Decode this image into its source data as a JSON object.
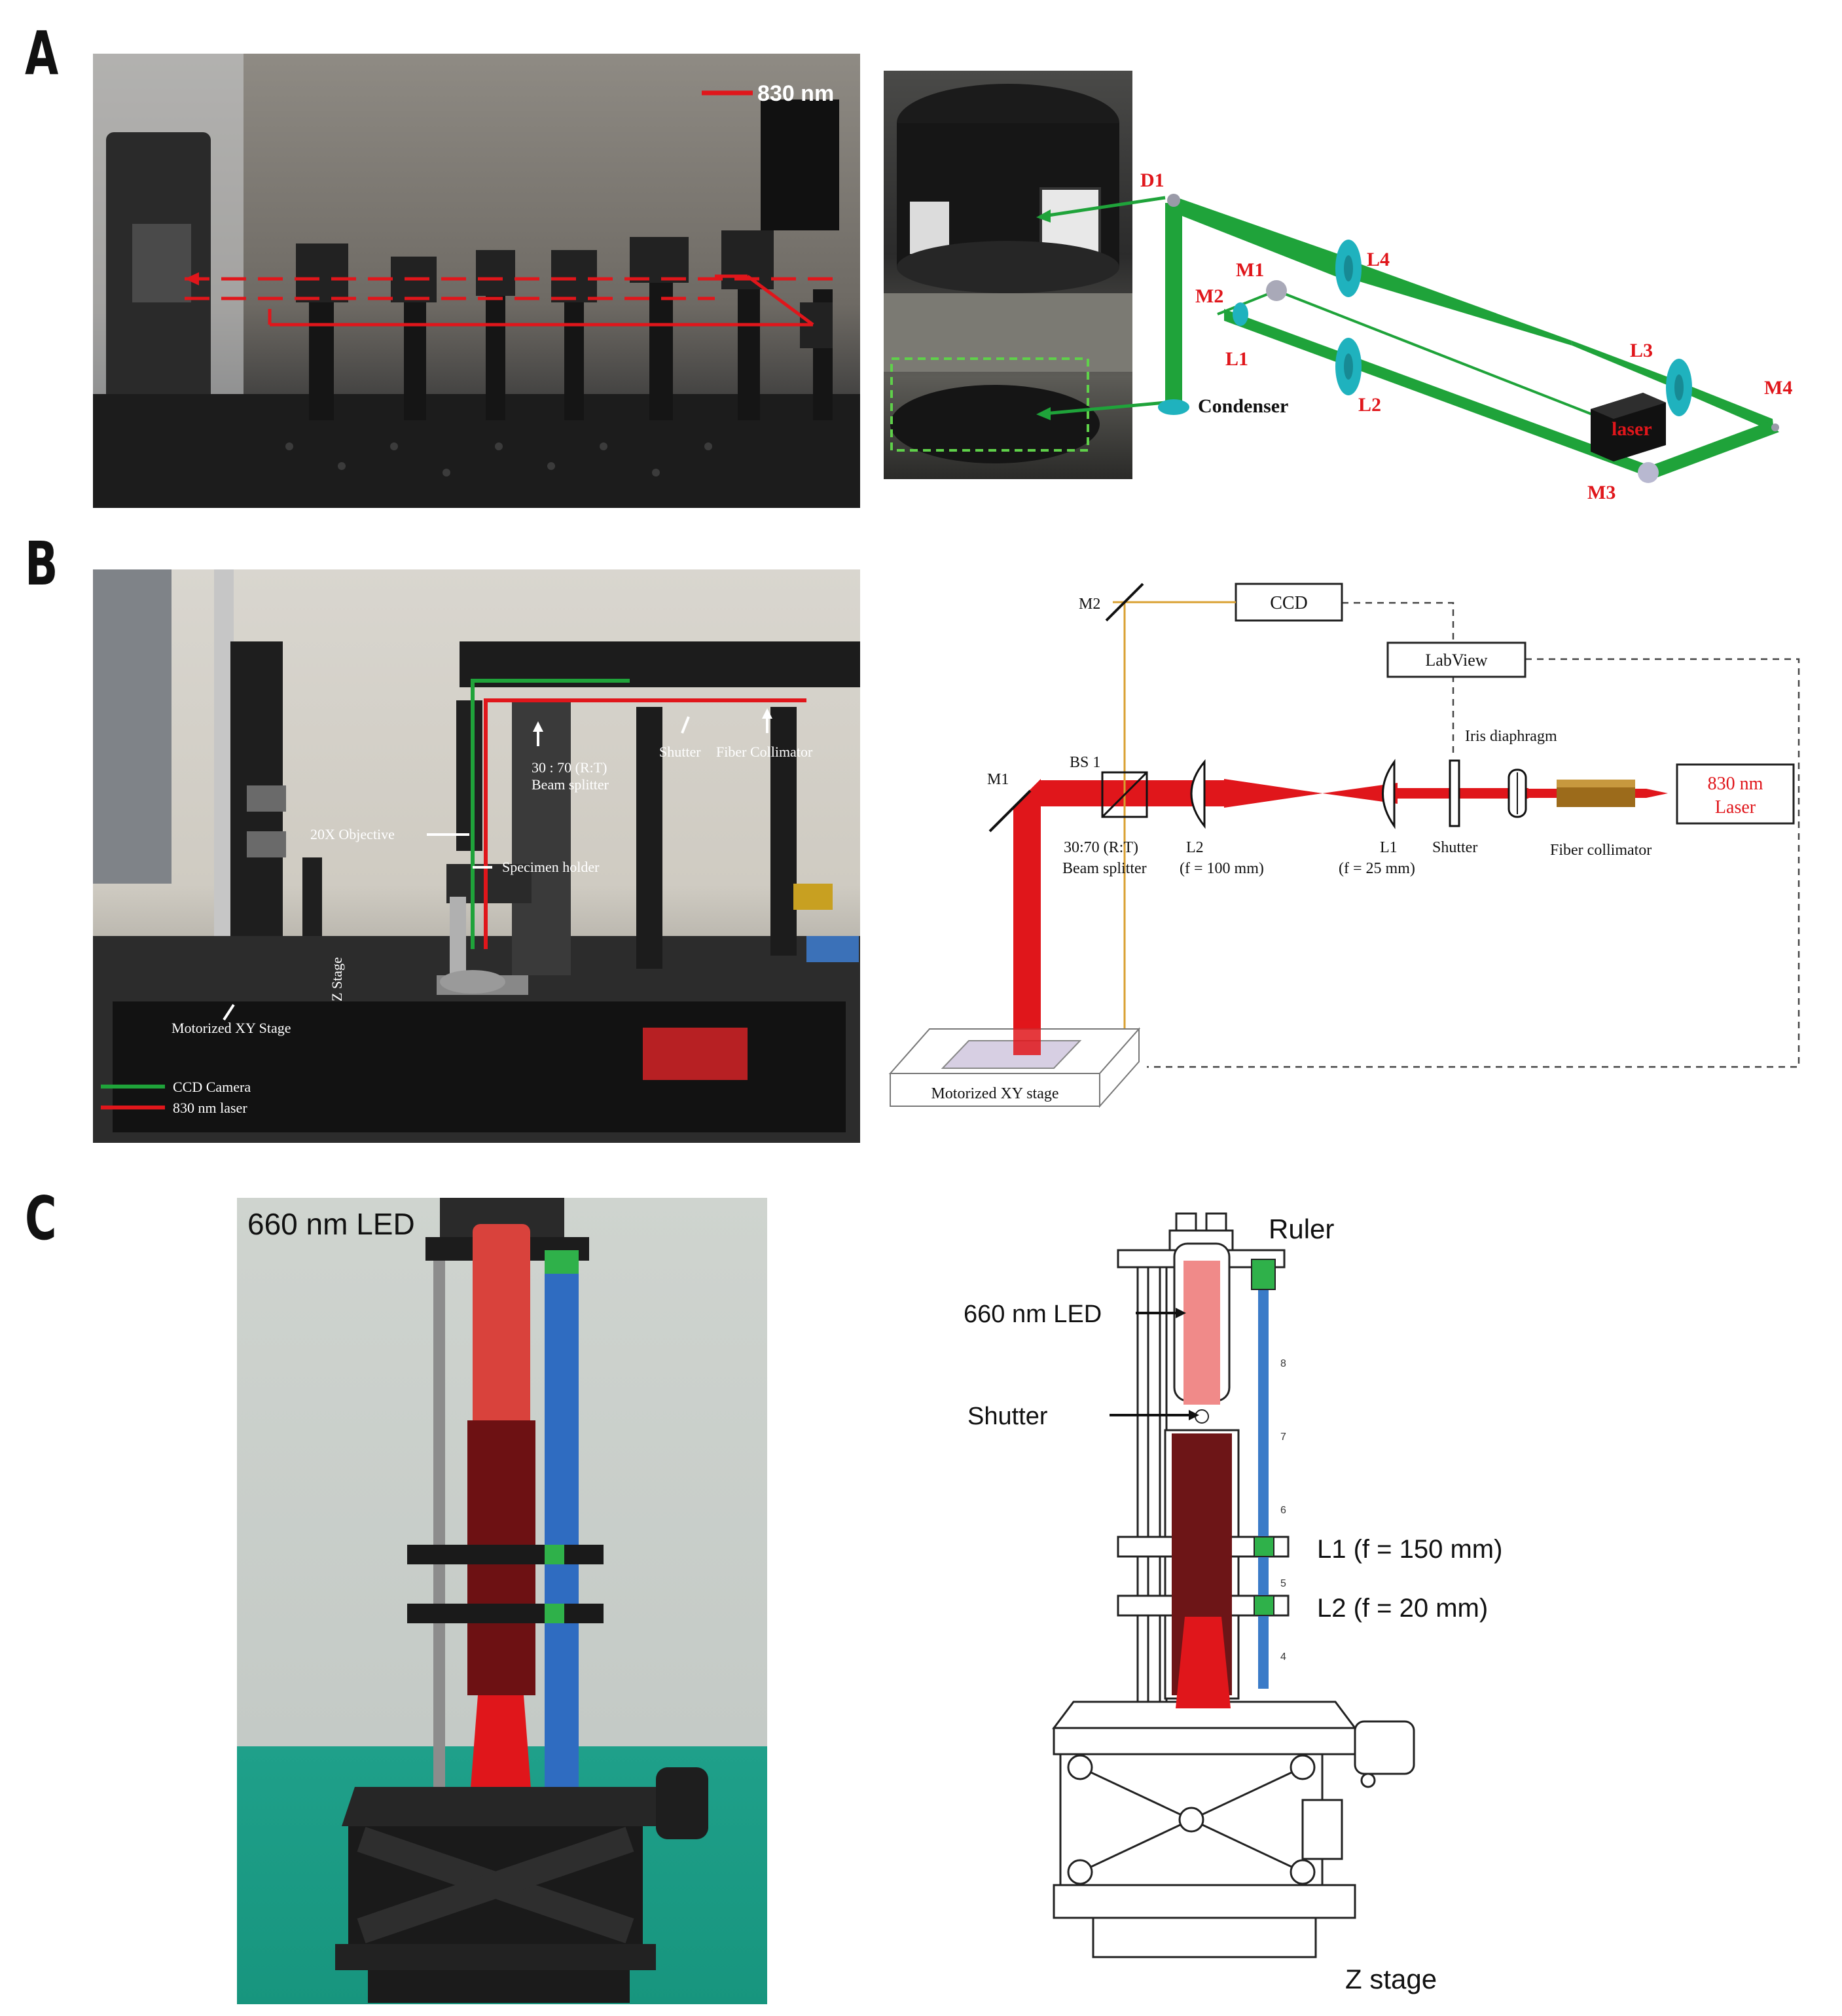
{
  "panels": {
    "A": {
      "letter": "A",
      "photo": {
        "scale_label": "830 nm"
      },
      "inset_labels": {
        "d1": "D1",
        "condenser": "Condenser"
      },
      "labels": {
        "m1": "M1",
        "m2": "M2",
        "l1": "L1",
        "l2": "L2",
        "l3": "L3",
        "l4": "L4",
        "m3": "M3",
        "m4": "M4",
        "laser": "laser"
      }
    },
    "B": {
      "letter": "B",
      "photo": {
        "objective": "20X Objective",
        "beam_splitter": "30 : 70 (R:T)",
        "beam_splitter_2": "Beam splitter",
        "shutter": "Shutter",
        "fiber_collimator": "Fiber Collimator",
        "specimen_holder": "Specimen holder",
        "z_stage": "Z Stage",
        "motorized_stage": "Motorized XY  Stage",
        "legend_ccd": "CCD Camera",
        "legend_laser": "830 nm laser"
      },
      "schematic": {
        "m2": "M2",
        "ccd": "CCD",
        "labview": "LabView",
        "iris": "Iris diaphragm",
        "m1": "M1",
        "bs1": "BS 1",
        "bs_ratio": "30:70 (R:T)",
        "bs_name": "Beam splitter",
        "l2": "L2",
        "l2_f": "(f = 100 mm)",
        "l1": "L1",
        "l1_f": "(f = 25 mm)",
        "shutter": "Shutter",
        "fiber": "Fiber collimator",
        "laser_line1": "830 nm",
        "laser_line2": "Laser",
        "stage": "Motorized XY stage"
      }
    },
    "C": {
      "letter": "C",
      "photo": {
        "led": "660 nm LED"
      },
      "schematic": {
        "ruler": "Ruler",
        "led": "660 nm LED",
        "shutter": "Shutter",
        "l1": "L1 (f = 150 mm)",
        "l2": "L2 (f = 20 mm)",
        "zstage": "Z stage",
        "ruler_ticks": [
          "8",
          "7",
          "6",
          "5",
          "4"
        ]
      }
    }
  },
  "colors": {
    "laser_red": "#e0161b",
    "beam_green": "#1fa33a",
    "lens_cyan": "#1fb2be",
    "ruler_blue": "#3a7bc8",
    "label_red": "#e0161b"
  }
}
